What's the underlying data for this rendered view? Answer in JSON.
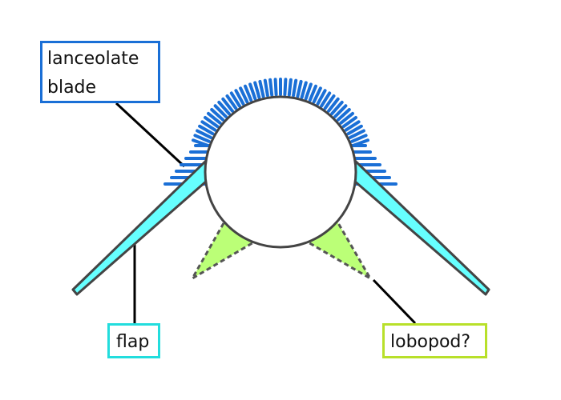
{
  "labels": {
    "lanceolate_blade": {
      "line1": "lanceolate",
      "line2": "blade"
    },
    "flap": "flap",
    "lobopod": "lobopod?"
  },
  "colors": {
    "blade": "#1a6fd6",
    "blade_border": "#1a6fd6",
    "flap_fill": "#66ffff",
    "flap_border": "#22dddd",
    "lobopod_fill": "#bbff77",
    "lobopod_border": "#b8e02a",
    "outline": "#444444",
    "leader": "#000000"
  }
}
